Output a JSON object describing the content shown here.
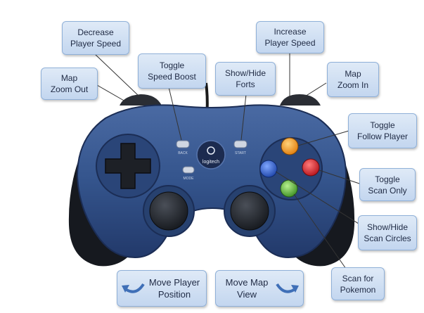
{
  "labels": {
    "decrease_speed": [
      "Decrease",
      "Player Speed"
    ],
    "increase_speed": [
      "Increase",
      "Player Speed"
    ],
    "map_zoom_out": [
      "Map",
      "Zoom Out"
    ],
    "toggle_speed_boost": [
      "Toggle",
      "Speed Boost"
    ],
    "show_hide_forts": [
      "Show/Hide",
      "Forts"
    ],
    "map_zoom_in": [
      "Map",
      "Zoom In"
    ],
    "toggle_follow_player": [
      "Toggle",
      "Follow Player"
    ],
    "toggle_scan_only": [
      "Toggle",
      "Scan Only"
    ],
    "show_hide_scan_circles": [
      "Show/Hide",
      "Scan Circles"
    ],
    "scan_for_pokemon": [
      "Scan for",
      "Pokemon"
    ],
    "move_player_position": [
      "Move Player",
      "Position"
    ],
    "move_map_view": [
      "Move Map",
      "View"
    ]
  },
  "controller": {
    "brand": "logitech",
    "button_back": "BACK",
    "button_start": "START",
    "button_mode": "MODE"
  },
  "colors": {
    "body": "#2e4a7e",
    "grip": "#15181f",
    "button_y": "#f59a1e",
    "button_b": "#d81f26",
    "button_x": "#2a5fcf",
    "button_a": "#58b43a",
    "label_fill": "#c9daf0",
    "label_border": "#8fb0d8"
  }
}
